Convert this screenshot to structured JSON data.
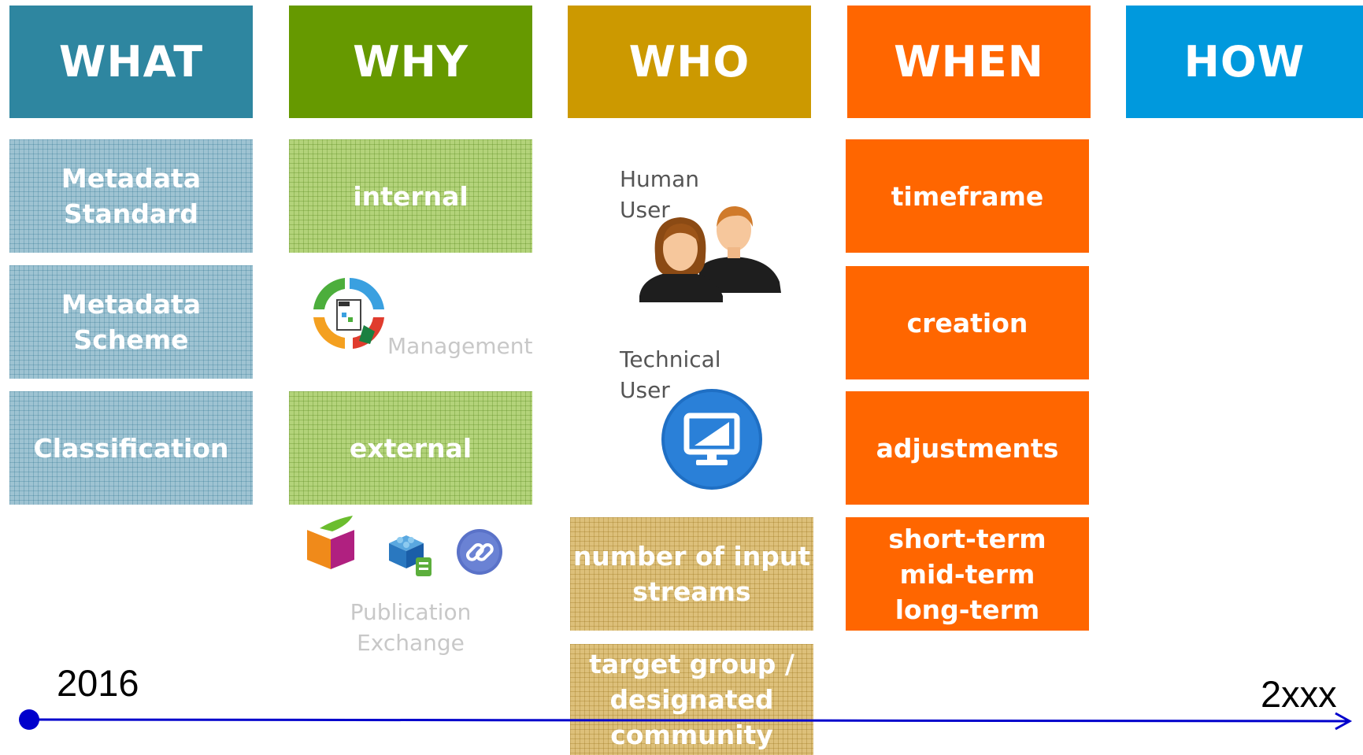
{
  "headers": {
    "what": "WHAT",
    "why": "WHY",
    "who": "WHO",
    "when": "WHEN",
    "how": "HOW"
  },
  "what_items": [
    "Metadata\nStandard",
    "Metadata\nScheme",
    "Classification"
  ],
  "why": {
    "internal": "internal",
    "management_label": "Management",
    "external": "external",
    "publication_label": "Publication\nExchange"
  },
  "who": {
    "human_user_label": "Human\nUser",
    "technical_user_label": "Technical\nUser",
    "input_streams": "number of input\nstreams",
    "target_group": "target group /\ndesignated\ncommunity"
  },
  "when_items": [
    "timeframe",
    "creation",
    "adjustments",
    "short-term\nmid-term\nlong-term"
  ],
  "timeline": {
    "start": "2016",
    "end": "2xxx"
  },
  "colors": {
    "what": "#2e86a0",
    "why": "#669900",
    "who": "#cc9900",
    "when": "#ff6600",
    "how": "#0099dd",
    "timeline": "#0000cc"
  },
  "icons": {
    "management": "recycle-document-icon",
    "human_user": "users-icon",
    "technical_user": "monitor-icon",
    "publication": [
      "cube-icon",
      "blocks-icon",
      "link-icon"
    ]
  }
}
